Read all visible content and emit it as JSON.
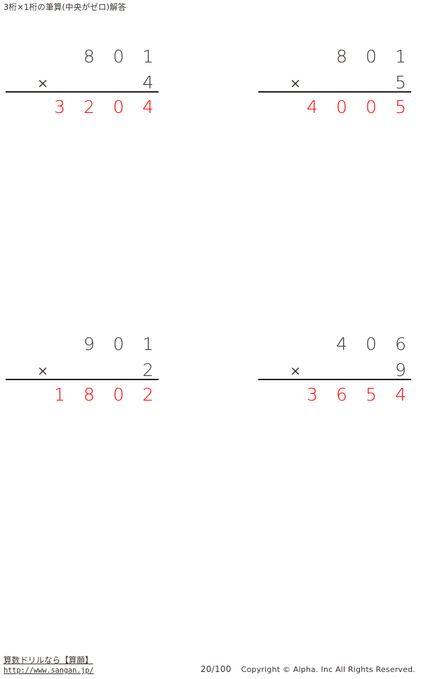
{
  "page": {
    "title": "3桁×1桁の筆算(中央がゼロ)解答",
    "answer_color": "#fd0000",
    "ink_color": "#3a3330"
  },
  "problems": [
    {
      "index": "1",
      "position": "top-left",
      "multiplicand": "801",
      "operator": "×",
      "multiplier": "4",
      "answer": "3204",
      "multiplicand_digits": [
        "8",
        "0",
        "1"
      ],
      "multiplier_digits": [
        "4"
      ],
      "answer_digits": [
        "3",
        "2",
        "0",
        "4"
      ]
    },
    {
      "index": "2",
      "position": "top-right",
      "multiplicand": "801",
      "operator": "×",
      "multiplier": "5",
      "answer": "4005",
      "multiplicand_digits": [
        "8",
        "0",
        "1"
      ],
      "multiplier_digits": [
        "5"
      ],
      "answer_digits": [
        "4",
        "0",
        "0",
        "5"
      ]
    },
    {
      "index": "3",
      "position": "bottom-left",
      "multiplicand": "901",
      "operator": "×",
      "multiplier": "2",
      "answer": "1802",
      "multiplicand_digits": [
        "9",
        "0",
        "1"
      ],
      "multiplier_digits": [
        "2"
      ],
      "answer_digits": [
        "1",
        "8",
        "0",
        "2"
      ]
    },
    {
      "index": "4",
      "position": "bottom-right",
      "multiplicand": "406",
      "operator": "×",
      "multiplier": "9",
      "answer": "3654",
      "multiplicand_digits": [
        "4",
        "0",
        "6"
      ],
      "multiplier_digits": [
        "9"
      ],
      "answer_digits": [
        "3",
        "6",
        "5",
        "4"
      ]
    }
  ],
  "footer": {
    "site_label": "算数ドリルなら【算願】",
    "site_url": "http://www.sangan.jp/",
    "page_number": "20/100",
    "copyright": "Copyright © Alpha. Inc All Rights Reserved."
  }
}
